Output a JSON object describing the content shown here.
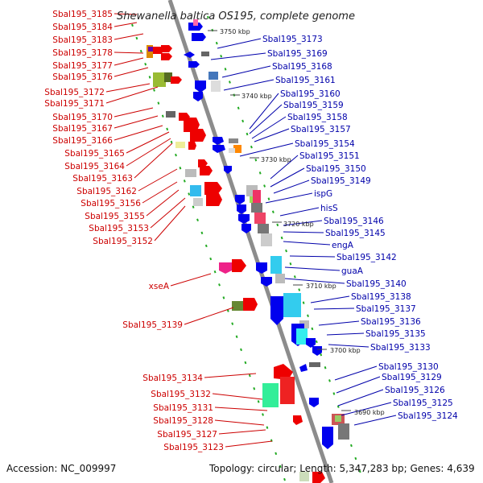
{
  "title": "Shewanella baltica OS195, complete genome",
  "footer": {
    "accession": "Accession: NC_009997",
    "topology": "Topology: circular; Length: 5,347,283 bp; Genes: 4,639"
  },
  "colors": {
    "left_label": "#cc0000",
    "right_label": "#0000aa",
    "backbone": "#8c8c8c",
    "tick_dots": "#22aa22"
  },
  "kbp_ticks": [
    "3750 kbp",
    "3740 kbp",
    "3730 kbp",
    "3720 kbp",
    "3710 kbp",
    "3700 kbp",
    "3690 kbp"
  ],
  "left_labels": [
    "Sbal195_3185",
    "Sbal195_3184",
    "Sbal195_3183",
    "Sbal195_3178",
    "Sbal195_3177",
    "Sbal195_3176",
    "Sbal195_3172",
    "Sbal195_3171",
    "Sbal195_3170",
    "Sbal195_3167",
    "Sbal195_3166",
    "Sbal195_3165",
    "Sbal195_3164",
    "Sbal195_3163",
    "Sbal195_3162",
    "Sbal195_3156",
    "Sbal195_3155",
    "Sbal195_3153",
    "Sbal195_3152",
    "xseA",
    "Sbal195_3139",
    "Sbal195_3134",
    "Sbal195_3132",
    "Sbal195_3131",
    "Sbal195_3128",
    "Sbal195_3127",
    "Sbal195_3123"
  ],
  "right_labels": [
    "Sbal195_3173",
    "Sbal195_3169",
    "Sbal195_3168",
    "Sbal195_3161",
    "Sbal195_3160",
    "Sbal195_3159",
    "Sbal195_3158",
    "Sbal195_3157",
    "Sbal195_3154",
    "Sbal195_3151",
    "Sbal195_3150",
    "Sbal195_3149",
    "ispG",
    "hisS",
    "Sbal195_3146",
    "Sbal195_3145",
    "engA",
    "Sbal195_3142",
    "guaA",
    "Sbal195_3140",
    "Sbal195_3138",
    "Sbal195_3137",
    "Sbal195_3136",
    "Sbal195_3135",
    "Sbal195_3133",
    "Sbal195_3130",
    "Sbal195_3129",
    "Sbal195_3126",
    "Sbal195_3125",
    "Sbal195_3124"
  ]
}
